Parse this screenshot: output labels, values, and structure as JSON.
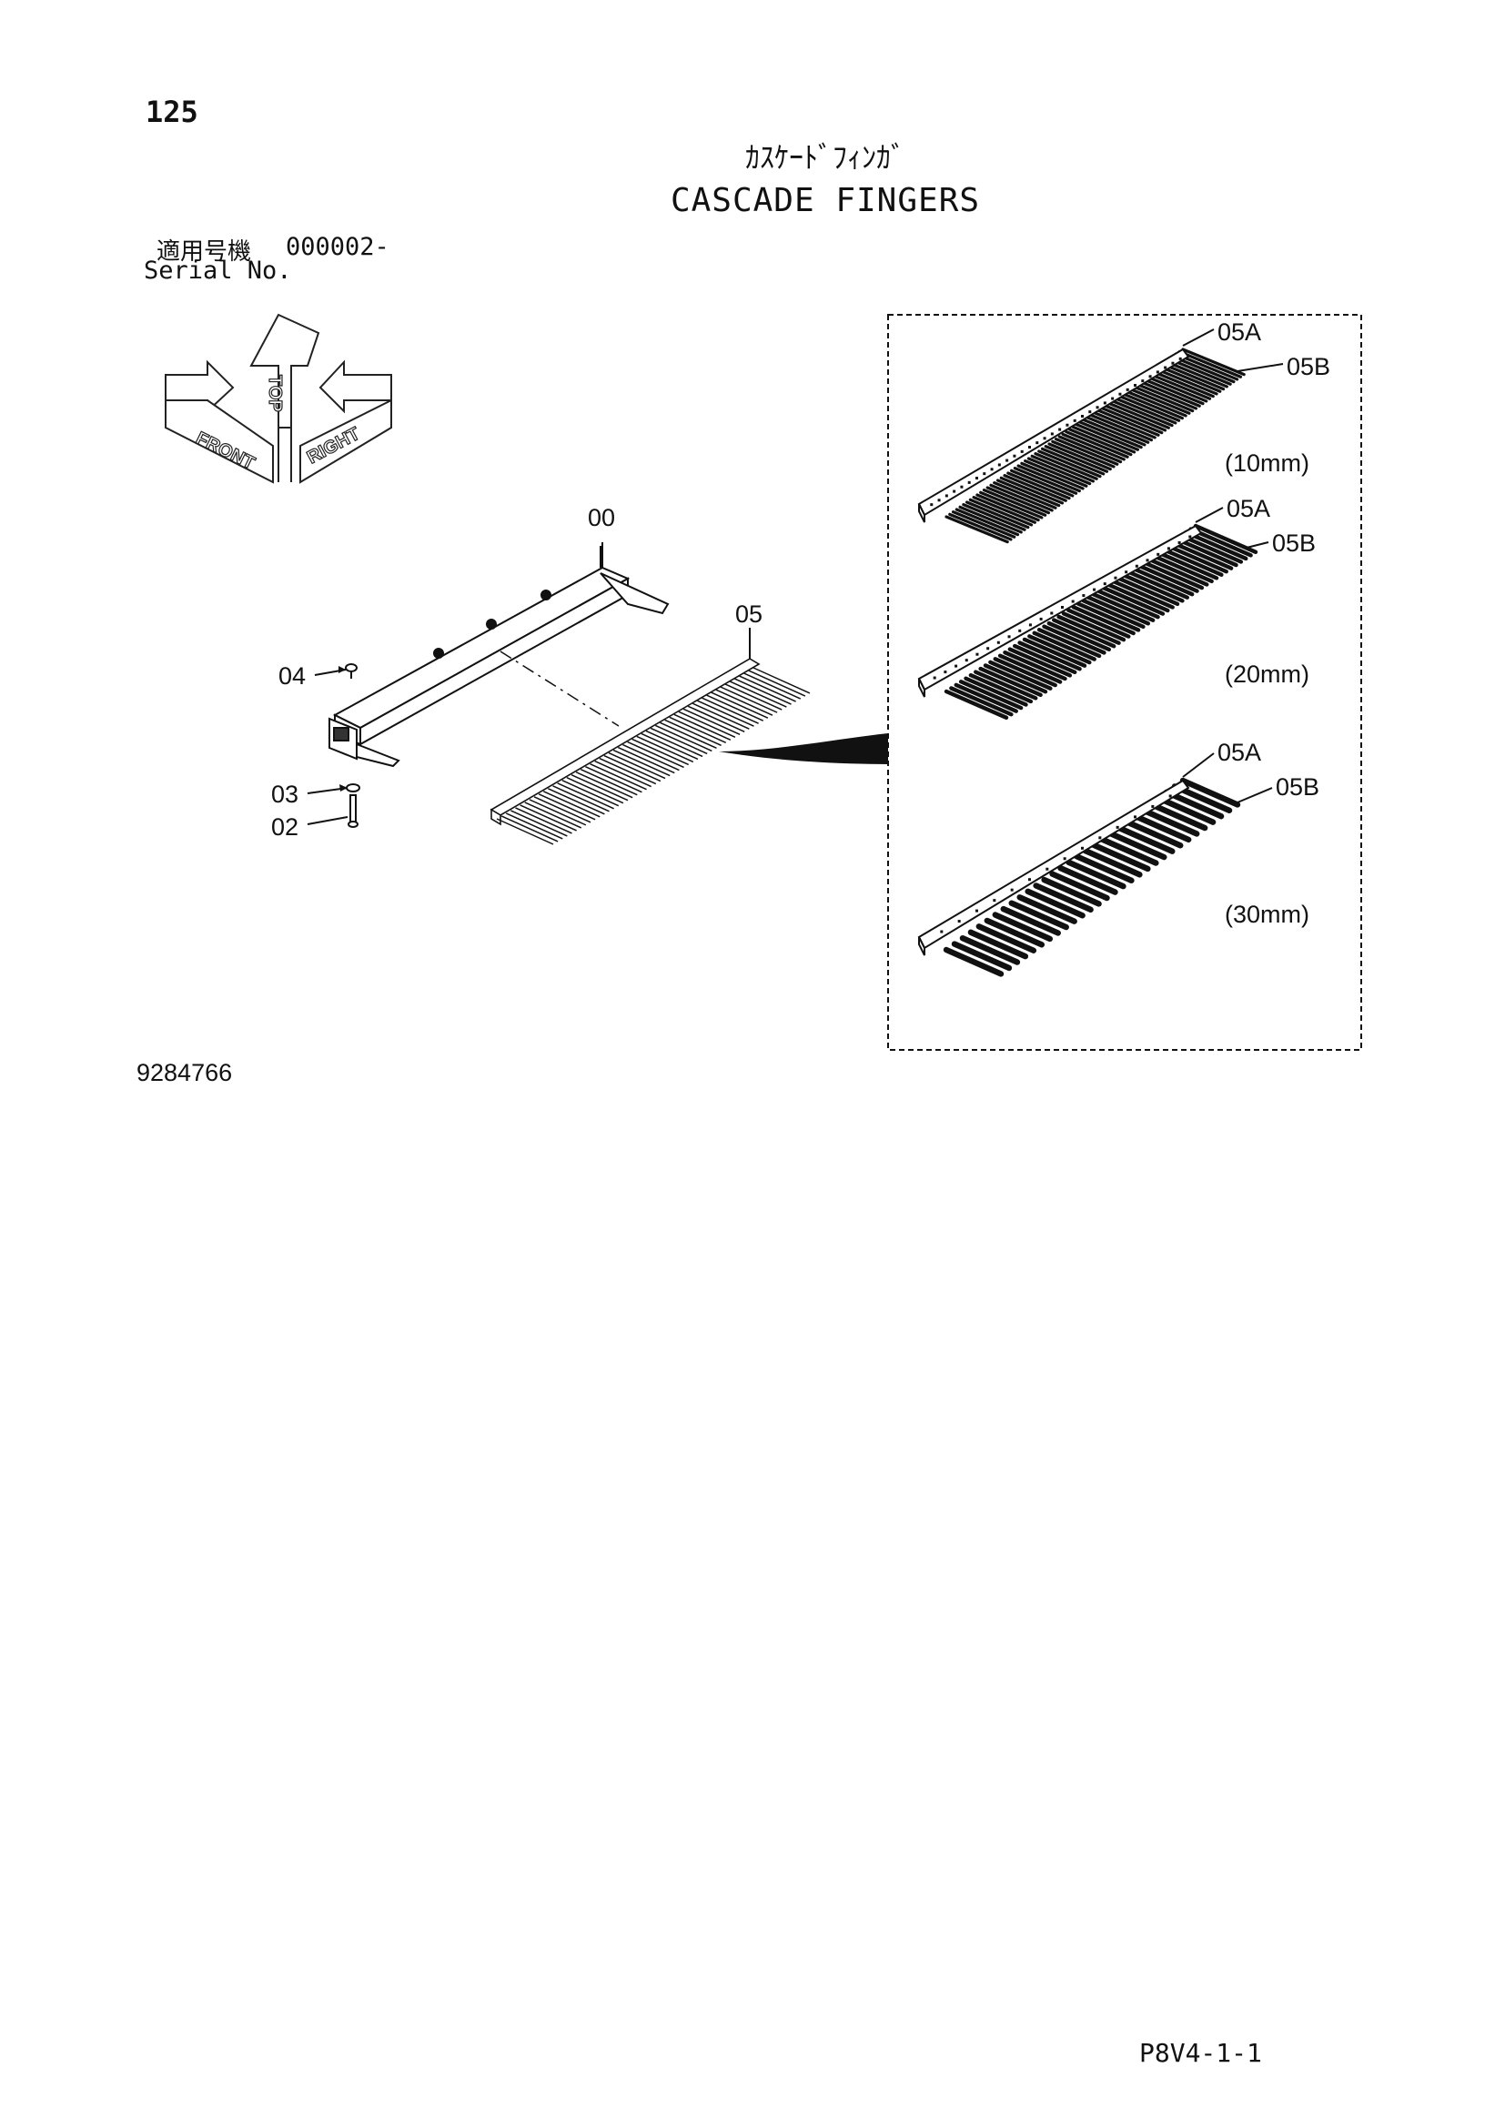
{
  "page": {
    "number": "125",
    "title_jp": "ｶｽｹｰﾄﾞﾌｨﾝｶﾞ",
    "title_en": "CASCADE FINGERS",
    "serial_label_jp": "適用号機",
    "serial_label_en": "Serial No.",
    "serial_value": "000002-",
    "drawing_number": "9284766",
    "sheet_code": "P8V4-1-1"
  },
  "orientation": {
    "front": "FRONT",
    "top": "TOP",
    "right": "RIGHT"
  },
  "callouts": {
    "frame": "00",
    "fingers": "05",
    "pin": "04",
    "washer": "03",
    "bolt": "02"
  },
  "detail_variants": [
    {
      "bar": "05A",
      "fingers": "05B",
      "size": "(10mm)"
    },
    {
      "bar": "05A",
      "fingers": "05B",
      "size": "(20mm)"
    },
    {
      "bar": "05A",
      "fingers": "05B",
      "size": "(30mm)"
    }
  ]
}
